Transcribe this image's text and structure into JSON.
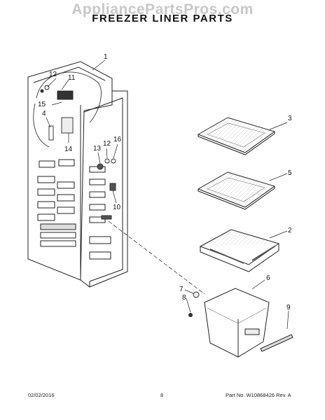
{
  "watermark": "AppliancePartsPros.com",
  "title": "FREEZER LINER PARTS",
  "callouts": {
    "c1": "1",
    "c2": "2",
    "c3": "3",
    "c4": "4",
    "c5": "5",
    "c6": "6",
    "c7": "7",
    "c8": "8",
    "c9": "9",
    "c10": "10",
    "c11": "11",
    "c12a": "12",
    "c12b": "12",
    "c13": "13",
    "c14": "14",
    "c15": "15",
    "c16": "16"
  },
  "footer": {
    "date": "02/02/2016",
    "page": "8",
    "part": "Part No. W10868426  Rev. A"
  }
}
